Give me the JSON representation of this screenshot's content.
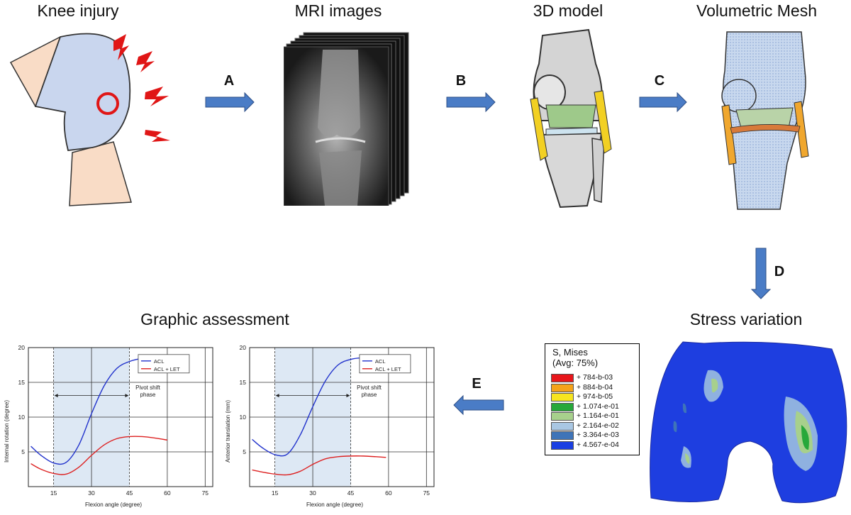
{
  "titles": {
    "knee": "Knee injury",
    "mri": "MRI images",
    "model": "3D model",
    "mesh": "Volumetric Mesh",
    "stress": "Stress variation",
    "graphic": "Graphic assessment"
  },
  "steps": {
    "a": "A",
    "b": "B",
    "c": "C",
    "d": "D",
    "e": "E"
  },
  "colors": {
    "arrow": "#4a7cc6",
    "acl": "#2233cc",
    "acl_let": "#dd2222",
    "band": "#dde8f4",
    "mesh": "#c8d8ee",
    "stress_base": "#1e3ee0"
  },
  "legend": {
    "title_line1": "S, Mises",
    "title_line2": "(Avg: 75%)",
    "rows": [
      {
        "label": "+ 784-b-03",
        "color": "#e8161b"
      },
      {
        "label": "+ 884-b-04",
        "color": "#f5a31a"
      },
      {
        "label": "+ 974-b-05",
        "color": "#f7e51f"
      },
      {
        "label": "+ 1.074-e-01",
        "color": "#27a83a"
      },
      {
        "label": "+ 1.164-e-01",
        "color": "#a7d08c"
      },
      {
        "label": "+ 2.164-e-02",
        "color": "#a9c7e3"
      },
      {
        "label": "+ 3.364-e-03",
        "color": "#3f74b8"
      },
      {
        "label": "+ 4.567-e-04",
        "color": "#1a3fe2"
      }
    ]
  },
  "chart_data": [
    {
      "type": "line",
      "xlabel": "Flexion angle (degree)",
      "ylabel": "Internal rotation (degree)",
      "xticks": [
        15,
        30,
        45,
        60,
        75
      ],
      "yticks": [
        5,
        10,
        15,
        20
      ],
      "xlim": [
        5,
        78
      ],
      "ylim": [
        0,
        20
      ],
      "shaded_range": [
        15,
        45
      ],
      "annotation": [
        "Pivot shift",
        "phase"
      ],
      "series": [
        {
          "name": "ACL",
          "x": [
            6,
            10,
            15,
            20,
            25,
            30,
            35,
            40,
            45,
            50,
            55,
            59
          ],
          "y": [
            5.8,
            4.5,
            3.4,
            3.5,
            6.0,
            10.5,
            14.5,
            17.0,
            18.0,
            18.4,
            18.2,
            18.0
          ]
        },
        {
          "name": "ACL + LET",
          "x": [
            6,
            10,
            15,
            20,
            25,
            30,
            35,
            40,
            45,
            50,
            55,
            60
          ],
          "y": [
            3.3,
            2.5,
            1.9,
            1.8,
            2.8,
            4.5,
            6.0,
            6.9,
            7.2,
            7.2,
            7.0,
            6.7
          ]
        }
      ]
    },
    {
      "type": "line",
      "xlabel": "Flexion angle (degree)",
      "ylabel": "Anterior translation (mm)",
      "xticks": [
        15,
        30,
        45,
        60,
        75
      ],
      "yticks": [
        5,
        10,
        15,
        20
      ],
      "xlim": [
        5,
        78
      ],
      "ylim": [
        0,
        20
      ],
      "shaded_range": [
        15,
        45
      ],
      "annotation": [
        "Pivot shift",
        "phase"
      ],
      "series": [
        {
          "name": "ACL",
          "x": [
            6,
            10,
            15,
            20,
            25,
            30,
            35,
            40,
            45,
            50,
            55,
            59
          ],
          "y": [
            6.8,
            5.6,
            4.6,
            4.7,
            7.4,
            11.5,
            15.2,
            17.5,
            18.3,
            18.5,
            18.2,
            18.0
          ]
        },
        {
          "name": "ACL + LET",
          "x": [
            6,
            10,
            15,
            20,
            25,
            30,
            35,
            40,
            45,
            50,
            55,
            59
          ],
          "y": [
            2.4,
            2.1,
            1.8,
            1.7,
            2.2,
            3.2,
            4.0,
            4.3,
            4.4,
            4.4,
            4.3,
            4.2
          ]
        }
      ]
    }
  ]
}
